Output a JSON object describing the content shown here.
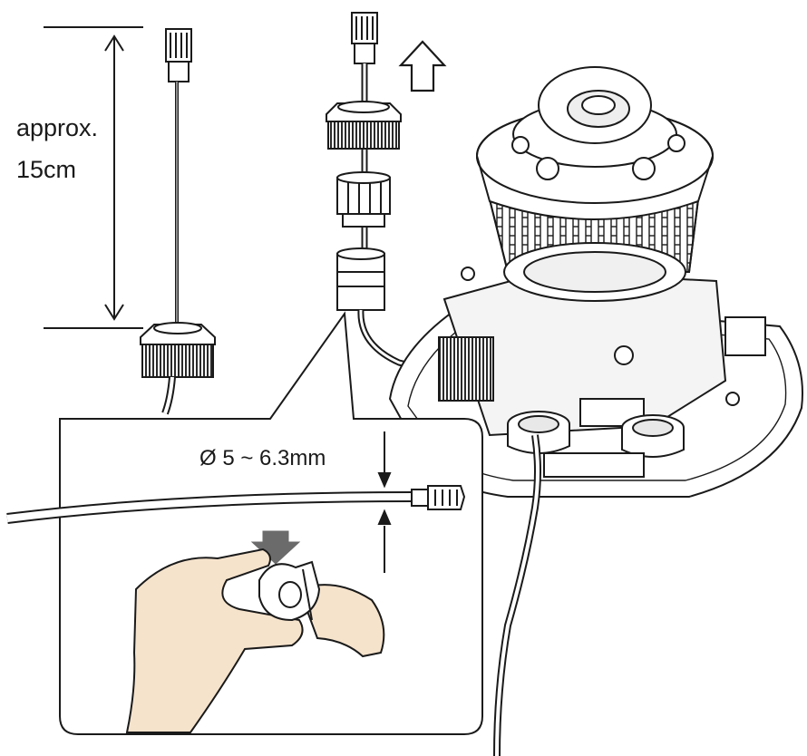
{
  "labels": {
    "length_line1": "approx.",
    "length_line2": "15cm",
    "diameter": "Ø 5 ~ 6.3mm"
  },
  "colors": {
    "line": "#1a1a1a",
    "arrow_fill": "#ffffff",
    "push_arrow": "#6b6b6b",
    "skin": "#f6e3cc",
    "thread": "#2a2a2a"
  },
  "icons": [
    "up-arrow-icon",
    "down-arrow-icon",
    "rj45-plug-icon"
  ]
}
